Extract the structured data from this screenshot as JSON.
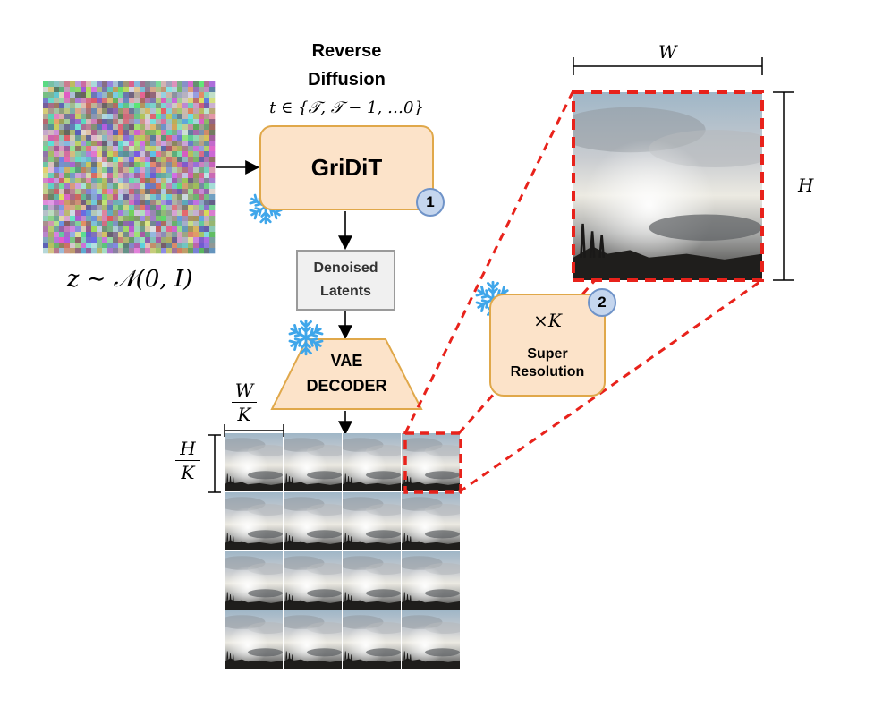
{
  "top_title_line1": "Reverse",
  "top_title_line2": "Diffusion",
  "timestep_formula": "t ∈ {𝒯, 𝒯 − 1, …0}",
  "noise_caption": "z ∼ 𝒩(0, I)",
  "gridit_label": "GriDiT",
  "gridit_badge": "1",
  "latents_line1": "Denoised",
  "latents_line2": "Latents",
  "vae_line1": "VAE",
  "vae_line2": "DECODER",
  "sr_multiplier": "×K",
  "sr_line1": "Super",
  "sr_line2": "Resolution",
  "sr_badge": "2",
  "dim_W": "W",
  "dim_H": "H",
  "tile_w_num": "W",
  "tile_w_den": "K",
  "tile_h_num": "H",
  "tile_h_den": "K",
  "grid_rows": 4,
  "grid_cols": 4,
  "colors": {
    "block_fill": "#fce3c9",
    "block_border": "#e0a84a",
    "latents_fill": "#f0f0f0",
    "badge_fill": "#c5d6ee",
    "highlight": "#e8221b",
    "frozen_icon": "#3fa6ea"
  },
  "icons": [
    "snowflake-icon"
  ]
}
